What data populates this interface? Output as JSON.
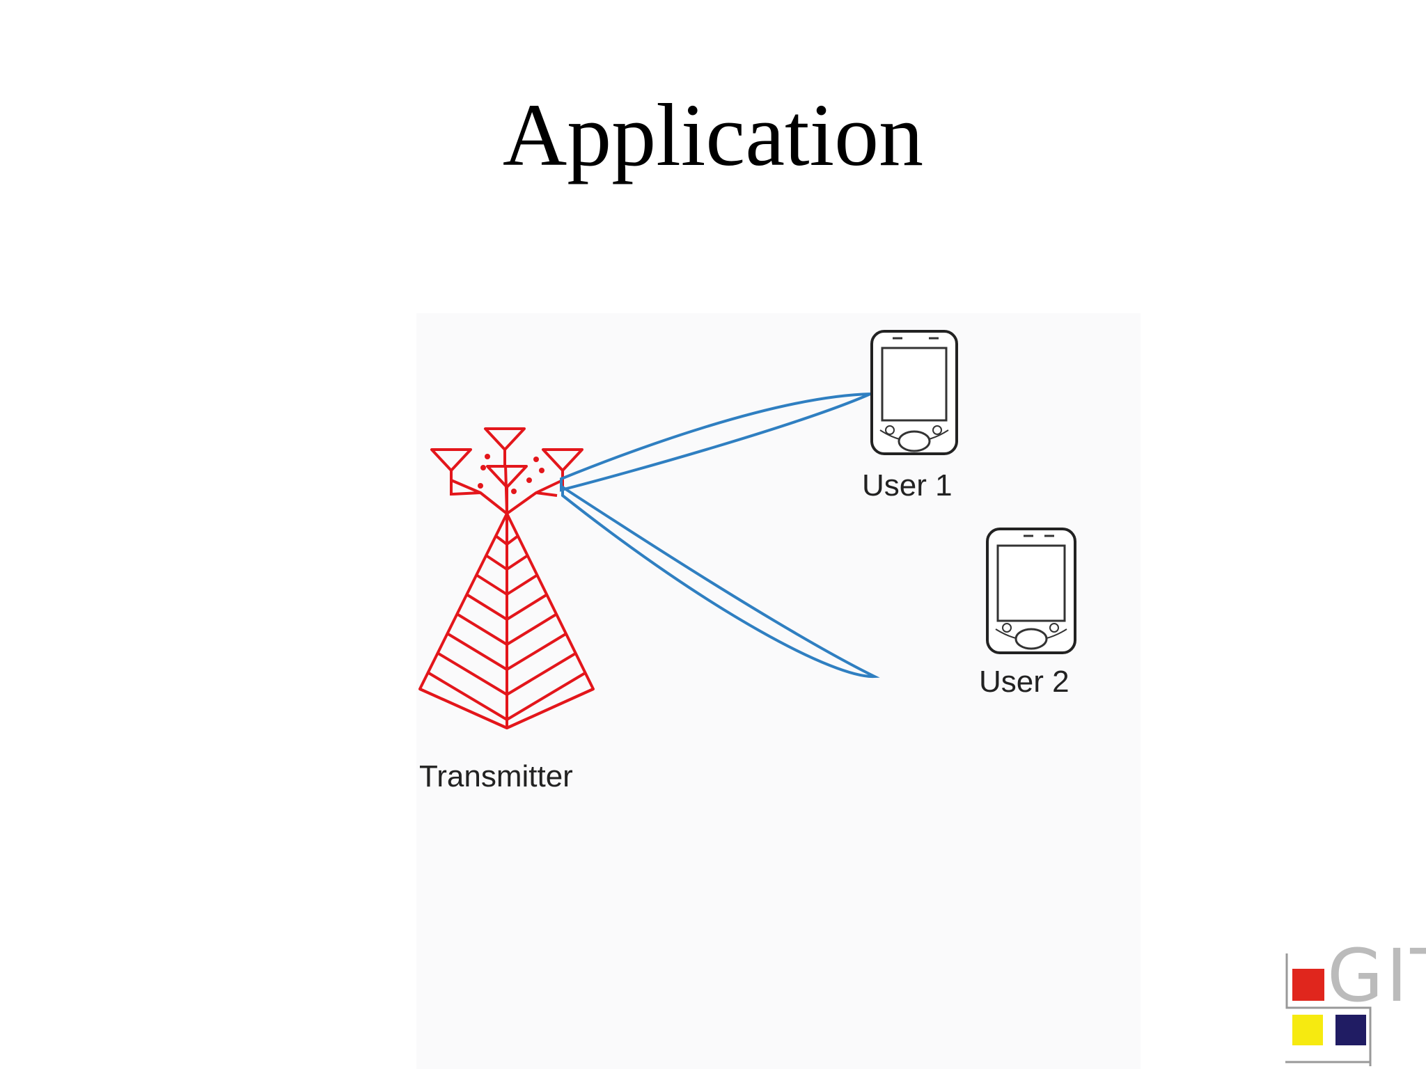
{
  "slide": {
    "title": "Application"
  },
  "diagram": {
    "transmitter": {
      "label": "Transmitter",
      "icon": "antenna-tower-icon",
      "color": "#e3161b"
    },
    "users": [
      {
        "label": "User 1",
        "icon": "pda-device-icon"
      },
      {
        "label": "User 2",
        "icon": "pda-device-icon"
      }
    ],
    "beams": {
      "color": "#2f7fc1",
      "targets": [
        "User 1",
        "below User 2"
      ]
    }
  },
  "logo": {
    "text": "GIT",
    "colors": [
      "#e0261d",
      "#f6ea10",
      "#201c63"
    ]
  }
}
